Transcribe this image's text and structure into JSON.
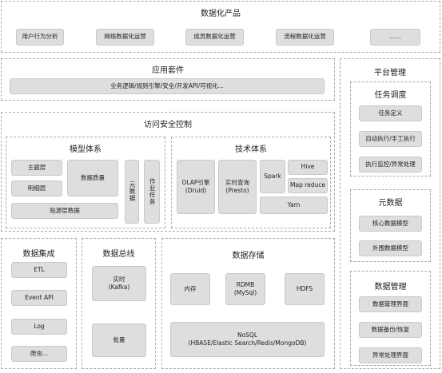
{
  "data_products": {
    "title": "数据化产品",
    "items": [
      "用户行为分析",
      "网络数据化运营",
      "成员数据化运营",
      "流程数据化运营",
      "……"
    ]
  },
  "app_suite": {
    "title": "应用套件",
    "bar": "业务逻辑/规则引擎/安全/开发API/可视化..."
  },
  "access_control": {
    "title": "访问安全控制",
    "model": {
      "title": "模型体系",
      "subject_layer": "主题层",
      "detail_layer": "明细层",
      "data_quality": "数据质量",
      "metadata": "元数据",
      "job_tasks": "作业任务",
      "source_layer": "贴源层数据"
    },
    "tech": {
      "title": "技术体系",
      "olap": [
        "OLAP引擎",
        "(Druid)"
      ],
      "realtime": [
        "实时查询",
        "(Presto)"
      ],
      "spark": "Spark",
      "hive": "Hive",
      "mapreduce": "Map reduce",
      "yarn": "Yarn"
    }
  },
  "integration": {
    "title": "数据集成",
    "items": [
      "ETL",
      "Event API",
      "Log",
      "爬虫..."
    ]
  },
  "bus": {
    "title": "数据总线",
    "realtime": [
      "实时",
      "(Kafka)"
    ],
    "batch": "批量"
  },
  "storage": {
    "title": "数据存储",
    "memory": "内存",
    "rdmb": [
      "RDMB",
      "(MySql)"
    ],
    "hdfs": "HDFS",
    "nosql": [
      "NoSQL",
      "(HBASE/Elastic Search/Redis/MongoDB)"
    ]
  },
  "platform": {
    "title": "平台管理",
    "scheduling": {
      "title": "任务调度",
      "items": [
        "任务定义",
        "自动执行/手工执行",
        "执行监控/异常处理"
      ]
    },
    "metadata": {
      "title": "元数据",
      "items": [
        "核心数据模型",
        "外围数据模型"
      ]
    },
    "data_mgmt": {
      "title": "数据管理",
      "items": [
        "数据管理界面",
        "数据备份/恢复",
        "异常处理界面"
      ]
    }
  }
}
